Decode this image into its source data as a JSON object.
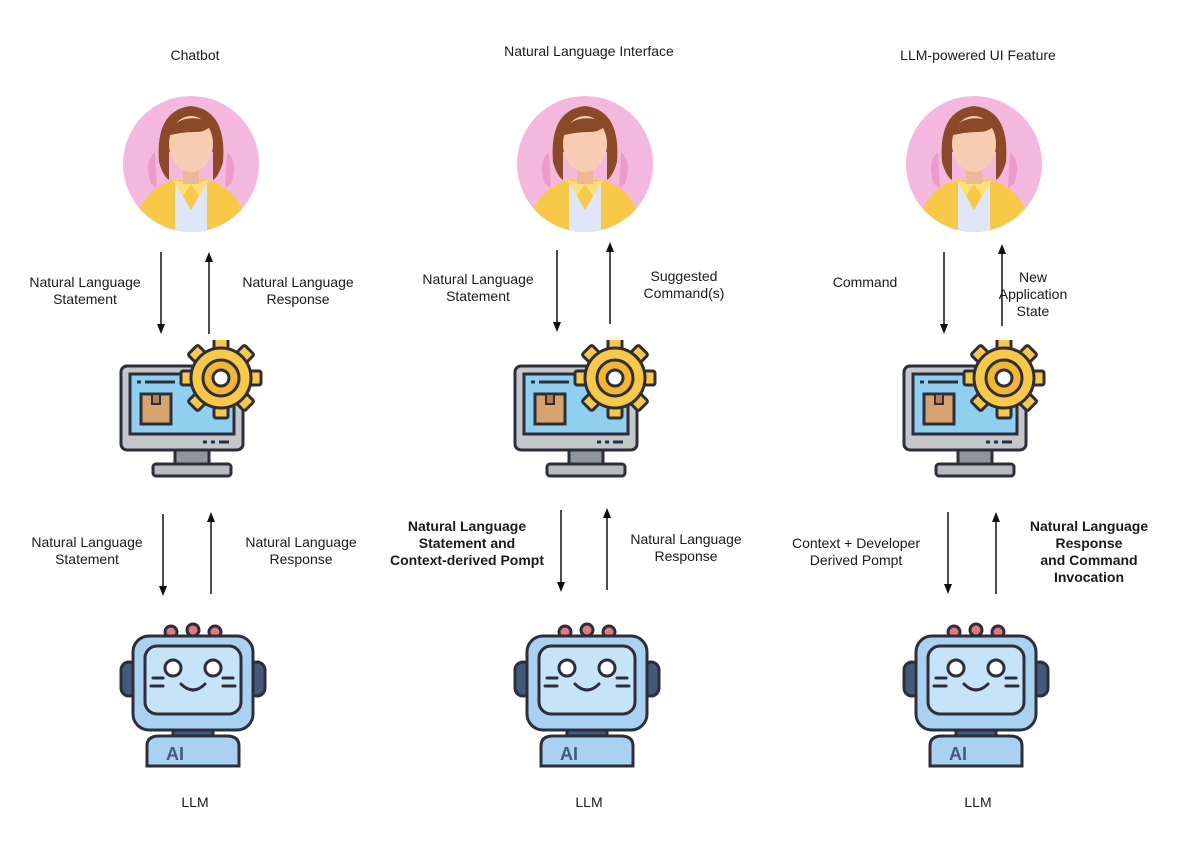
{
  "columns": [
    {
      "title": "Chatbot",
      "top_left": "Natural Language\nStatement",
      "top_right": "Natural Language\nResponse",
      "bottom_left": "Natural Language\nStatement",
      "bottom_right": "Natural Language\nResponse",
      "bottom_left_bold": false,
      "bottom_right_bold": false,
      "llm_label": "LLM"
    },
    {
      "title": "Natural Language Interface",
      "top_left": "Natural Language\nStatement",
      "top_right": "Suggested\nCommand(s)",
      "bottom_left": "Natural Language\nStatement and\nContext-derived Pompt",
      "bottom_right": "Natural Language\nResponse",
      "bottom_left_bold": true,
      "bottom_right_bold": false,
      "llm_label": "LLM"
    },
    {
      "title": "LLM-powered UI Feature",
      "top_left": "Command",
      "top_right": "New\nApplication\nState",
      "bottom_left": "Context + Developer\nDerived Pompt",
      "bottom_right": "Natural Language\nResponse\nand Command\nInvocation",
      "bottom_left_bold": false,
      "bottom_right_bold": true,
      "llm_label": "LLM"
    }
  ],
  "icons": {
    "user": "person-avatar-icon",
    "app": "computer-gear-icon",
    "llm": "ai-robot-icon"
  },
  "colors": {
    "avatar_bg": "#f4b8df",
    "hair": "#8a4a28",
    "skin": "#f6cdb2",
    "jacket": "#f7c946",
    "shirt": "#dfe6fa",
    "screen": "#8fd0f0",
    "gear": "#f7c946",
    "robot_body": "#a9d2f2",
    "robot_dark": "#435a7a",
    "outline": "#2e2e3a"
  }
}
